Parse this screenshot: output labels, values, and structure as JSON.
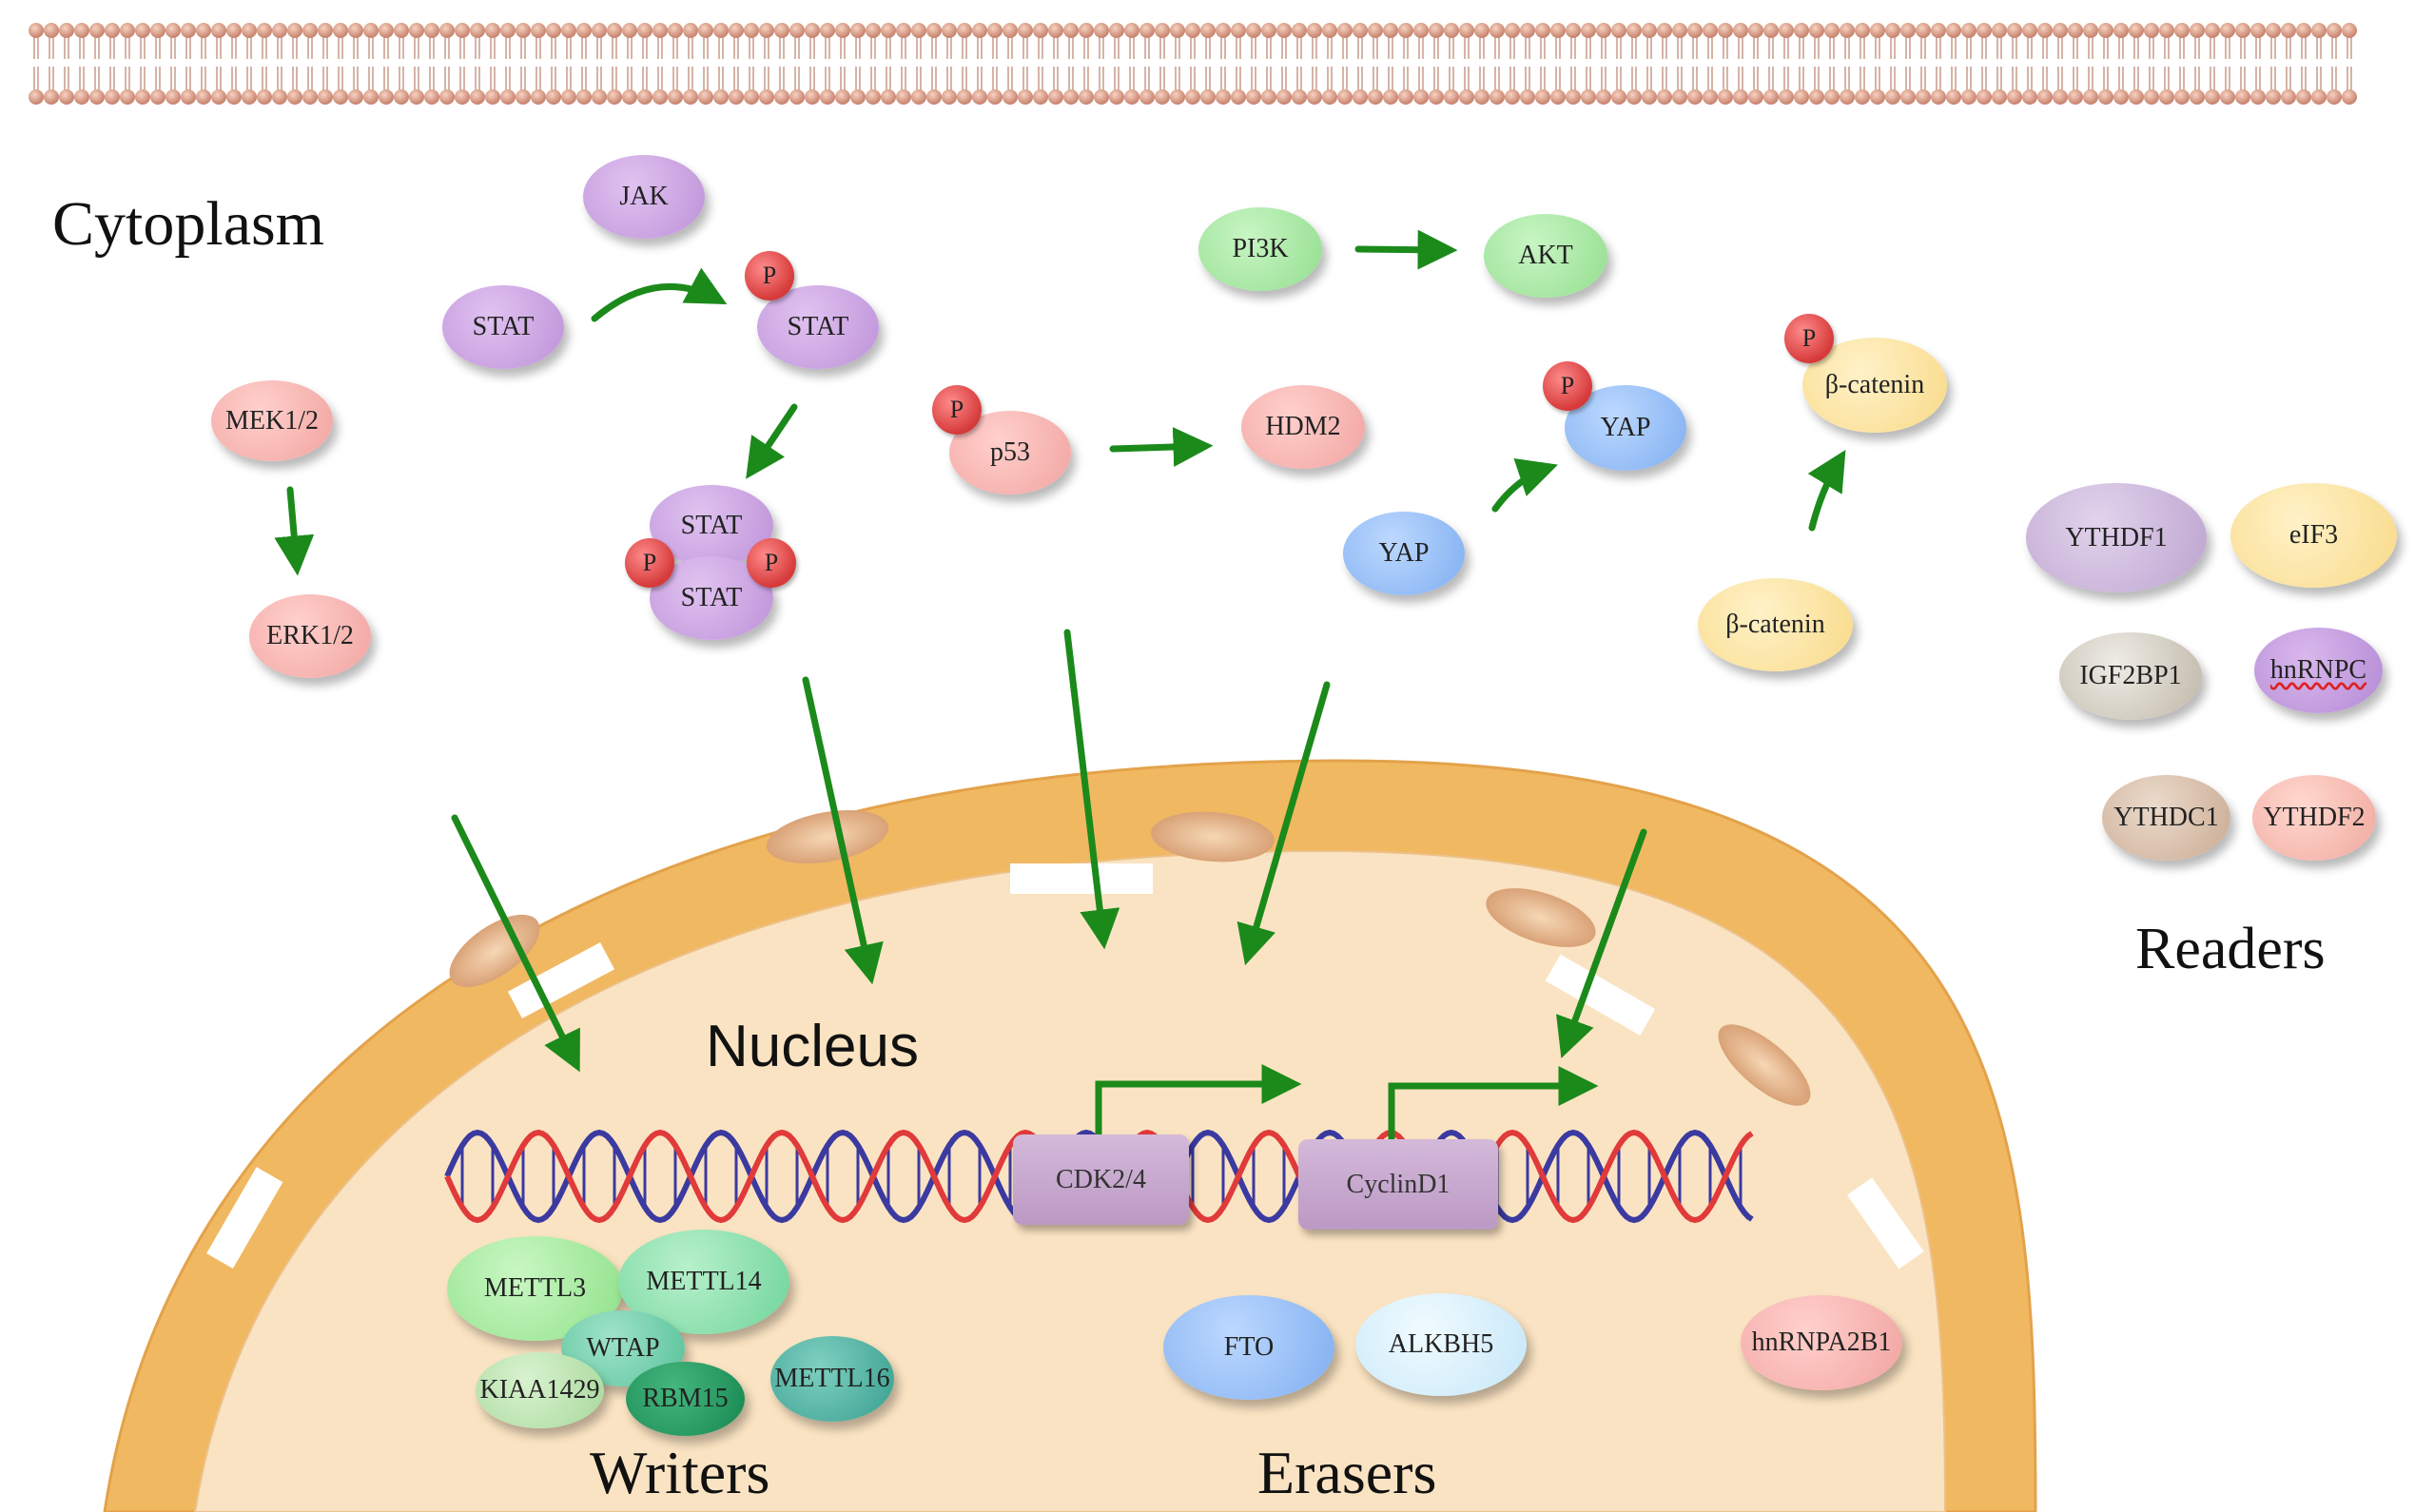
{
  "regions": {
    "cytoplasm": "Cytoplasm",
    "nucleus": "Nucleus",
    "writers": "Writers",
    "erasers": "Erasers",
    "readers": "Readers"
  },
  "phospho_label": "P",
  "proteins": {
    "jak": "JAK",
    "stat": "STAT",
    "stat_p": "STAT",
    "stat_dimer_top": "STAT",
    "stat_dimer_bottom": "STAT",
    "mek": "MEK1/2",
    "erk": "ERK1/2",
    "pi3k": "PI3K",
    "akt": "AKT",
    "p53": "p53",
    "hdm2": "HDM2",
    "yap_p": "YAP",
    "yap": "YAP",
    "bcatenin_p": "β-catenin",
    "bcatenin": "β-catenin"
  },
  "genes": {
    "cdk": "CDK2/4",
    "cyclin": "CyclinD1"
  },
  "readers_list": {
    "ythdf1": "YTHDF1",
    "eif3": "eIF3",
    "igf2bp1": "IGF2BP1",
    "hnrnpc": "hnRNPC",
    "ythdc1": "YTHDC1",
    "ythdf2": "YTHDF2",
    "hnrnpa2b1": "hnRNPA2B1"
  },
  "writers_list": {
    "mettl3": "METTL3",
    "mettl14": "METTL14",
    "wtap": "WTAP",
    "kiaa1429": "KIAA1429",
    "rbm15": "RBM15",
    "mettl16": "METTL16"
  },
  "erasers_list": {
    "fto": "FTO",
    "alkbh5": "ALKBH5"
  },
  "colors": {
    "arrow": "#1b8a1b",
    "nucleus_fill": "#fae3c2",
    "nuclear_envelope": "#f1b862",
    "dna_strand_red": "#e03a3a",
    "dna_strand_blue": "#3a3aa0",
    "phospho": "#e05050"
  }
}
